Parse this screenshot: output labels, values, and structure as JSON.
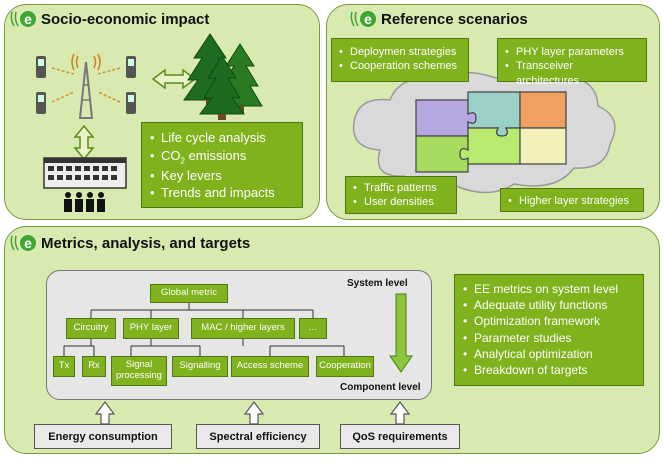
{
  "panels": {
    "socio": {
      "title": "Socio-economic impact",
      "bullets": [
        "Life cycle analysis",
        "CO",
        "2",
        " emissions",
        "Key levers",
        "Trends and impacts"
      ]
    },
    "reference": {
      "title": "Reference scenarios",
      "box1": [
        "Deploymen strategies",
        "Cooperation schemes"
      ],
      "box2": [
        "PHY layer parameters",
        "Transceiver architectures"
      ],
      "box3": [
        "Traffic patterns",
        "User densities"
      ],
      "box4": [
        "Higher layer strategies"
      ]
    },
    "metrics": {
      "title": "Metrics, analysis, and targets",
      "system_level": "System level",
      "component_level": "Component level",
      "nodes": {
        "global": "Global metric",
        "circuitry": "Circuitry",
        "phy": "PHY layer",
        "mac": "MAC / higher layers",
        "dots": "…",
        "tx": "Tx",
        "rx": "Rx",
        "signal1": "Signal",
        "signal2": "processing",
        "signalling": "Signalling",
        "access": "Access scheme",
        "coop": "Cooperation"
      },
      "inputs": [
        "Energy consumption",
        "Spectral efficiency",
        "QoS requirements"
      ],
      "bullets": [
        "EE metrics on system level",
        "Adequate utility functions",
        "Optimization framework",
        "Parameter studies",
        "Analytical optimization",
        "Breakdown of targets"
      ]
    }
  },
  "colors": {
    "panel": "#d8eab0",
    "box": "#7fb21c",
    "border": "#4f7a10",
    "logo": "#3fa535"
  },
  "icons": [
    "logo-icon",
    "mobile-phone-icon",
    "radio-tower-icon",
    "tree-icon",
    "building-icon",
    "people-icon",
    "puzzle-icon",
    "cloud-icon",
    "arrow-icon"
  ]
}
